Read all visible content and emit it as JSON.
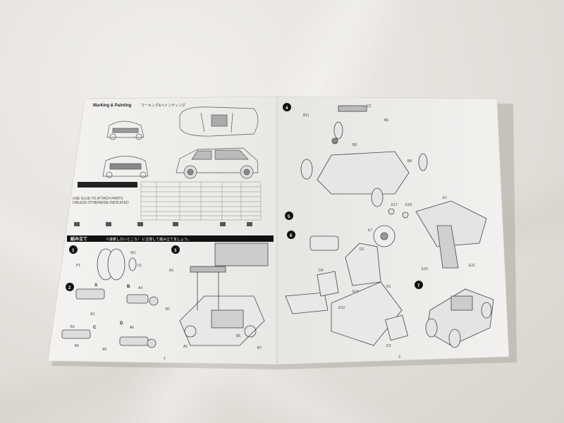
{
  "left_page": {
    "heading": "Marking & Painting",
    "subheading": "マーキング&ペインティング",
    "assembly_title": "組み立て",
    "assembly_note": "※接着しないところ！ に注意して組み立てましょう。",
    "glue_note_1": "USE GLUE TO ATTACH PARTS",
    "glue_note_2": "UNLESS OTHERWISE INDICATED",
    "page_number": "2",
    "steps": [
      "1",
      "2",
      "3"
    ],
    "sub_labels": [
      "A",
      "B",
      "C",
      "D"
    ],
    "part_labels": [
      "W1",
      "P1",
      "V1",
      "A2",
      "A3",
      "A4",
      "A5",
      "A6",
      "B6",
      "B1",
      "B5",
      "B7",
      "A1"
    ]
  },
  "right_page": {
    "page_number": "3",
    "steps": [
      "4",
      "5",
      "6",
      "7"
    ],
    "part_labels": [
      "B11",
      "C2",
      "B6",
      "B9",
      "B8",
      "E1",
      "E7",
      "E17",
      "E18",
      "E15",
      "E21",
      "D2",
      "D4",
      "E14",
      "E10",
      "D1",
      "D3"
    ]
  }
}
